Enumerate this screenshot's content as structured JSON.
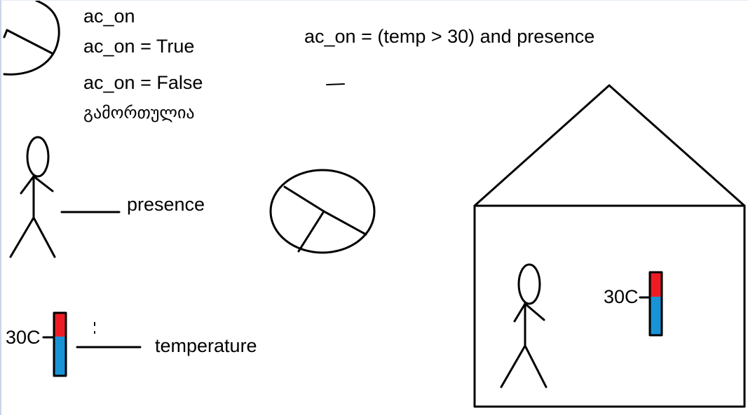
{
  "texts": {
    "ac_on": "ac_on",
    "ac_on_true": "ac_on = True",
    "ac_on_false": "ac_on = False",
    "off_georgian": "გამორთულია",
    "formula": "ac_on = (temp > 30) and presence",
    "presence": "presence",
    "temperature": "temperature",
    "thermo_left": "30C",
    "thermo_house": "30C"
  },
  "colors": {
    "hot": "#ed1c24",
    "cold": "#1a93d6",
    "ink": "#000000"
  }
}
